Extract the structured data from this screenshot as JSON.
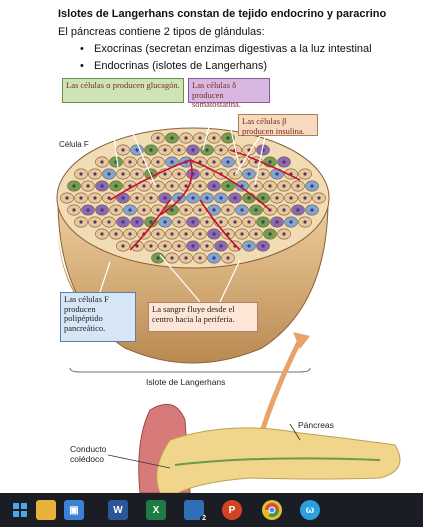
{
  "slide": {
    "title": "Islotes de Langerhans constan de tejido endocrino y paracrino",
    "intro": "El páncreas contiene 2 tipos de glándulas:",
    "bullets": [
      "Exocrinas (secretan enzimas digestivas a la luz intestinal",
      "Endocrinas (islotes de Langerhans)"
    ]
  },
  "figure": {
    "label_alpha": "Las células α producen glucagón.",
    "label_delta": "Las células δ producen somatostatina.",
    "label_beta": "Las células β producen insulina.",
    "label_celula_f": "Célula F",
    "label_f_cells": "Las células F producen polipéptido pancreático.",
    "label_blood": "La sangre fluye desde el centro hacia la periferia.",
    "label_islote": "Islote de Langerhans",
    "label_pancreas": "Páncreas",
    "label_conducto": "Conducto colédoco"
  },
  "colors": {
    "alpha_cell": "#6fa24a",
    "delta_cell": "#8c6ab8",
    "beta_cell": "#e8c79a",
    "f_cell": "#7fa6d6",
    "blood": "#c8102e"
  },
  "taskbar": {
    "icons": [
      "windows-icon",
      "file-explorer-icon",
      "store-icon",
      "word-icon",
      "excel-icon",
      "mail-icon",
      "powerpoint-icon",
      "chrome-icon",
      "app-icon"
    ],
    "mail_badge": "2"
  }
}
